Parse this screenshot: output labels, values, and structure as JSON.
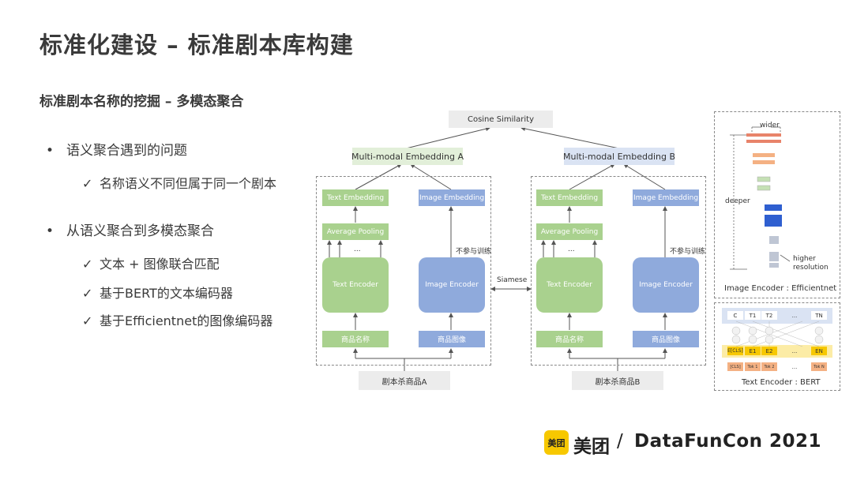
{
  "slide": {
    "title": "标准化建设 – 标准剧本库构建",
    "subtitle": "标准剧本名称的挖掘 – 多模态聚合"
  },
  "bullets": [
    {
      "mark": "•",
      "text": "语义聚合遇到的问题",
      "checks": [
        {
          "mark": "✓",
          "text": "名称语义不同但属于同一个剧本"
        }
      ]
    },
    {
      "mark": "•",
      "text": "从语义聚合到多模态聚合",
      "checks": [
        {
          "mark": "✓",
          "text": "文本 + 图像联合匹配"
        },
        {
          "mark": "✓",
          "text": "基于BERT的文本编码器"
        },
        {
          "mark": "✓",
          "text": "基于Efficientnet的图像编码器"
        }
      ]
    }
  ],
  "diagram": {
    "cosine": "Cosine Similarity",
    "embedding_a": "Multi-modal Embedding A",
    "embedding_b": "Multi-modal Embedding B",
    "text_embedding": "Text Embedding",
    "image_embedding": "Image Embedding",
    "average_pooling": "Average Pooling",
    "ellipsis": "...",
    "text_encoder": "Text Encoder",
    "image_encoder": "Image Encoder",
    "no_train": "不参与训练",
    "siamese": "Siamese",
    "product_name": "商品名称",
    "product_image": "商品图像",
    "input_a": "剧本杀商品A",
    "input_b": "剧本杀商品B"
  },
  "efficientnet": {
    "wider": "wider",
    "deeper": "deeper",
    "higher": "higher",
    "resolution": "resolution",
    "caption": "Image Encoder : Efficientnet"
  },
  "bert": {
    "top_tokens": [
      "C",
      "T1",
      "T2",
      "...",
      "TN"
    ],
    "emb_tokens": [
      "E[CLS]",
      "E1",
      "E2",
      "...",
      "EN"
    ],
    "input_tokens": [
      "[CLS]",
      "Tok 1",
      "Tok 2",
      "...",
      "Tok N"
    ],
    "caption": "Text Encoder : BERT"
  },
  "brand": {
    "logo_mark": "美团",
    "meituan": "美团",
    "slash": "/",
    "datafun": "DataFunCon 2021"
  },
  "colors": {
    "green": "#a9d18e",
    "blue": "#8faadc",
    "orange": "#e8836a",
    "yellow": "#f7c800"
  }
}
